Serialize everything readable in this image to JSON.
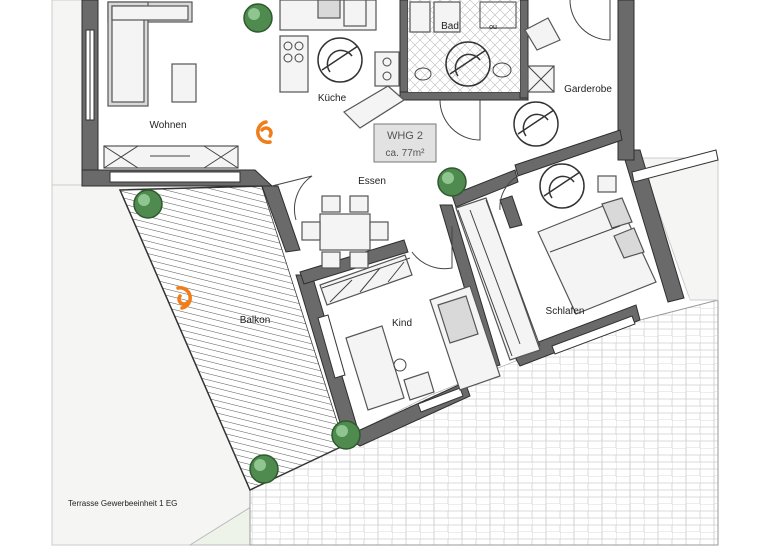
{
  "apartment": {
    "unit": "WHG 2",
    "area": "ca. 77m²"
  },
  "rooms": {
    "wohnen": "Wohnen",
    "kueche": "Küche",
    "bad": "Bad",
    "garderobe": "Garderobe",
    "essen": "Essen",
    "balkon": "Balkon",
    "kind": "Kind",
    "schlafen": "Schlafen"
  },
  "labels": {
    "bad_fixture": "ou",
    "terrace": "Terrasse Gewerbeeinheit 1 EG"
  },
  "colors": {
    "wall": "#6a6a6a",
    "accent_orange": "#f07d1a",
    "tree": "#4f8a4f",
    "paving_line": "#cfcfcf",
    "balcony_hatch": "#555555",
    "lawn": "#eef3ea"
  },
  "icons": [
    "tree-icon",
    "orientation-marker-icon",
    "ceiling-fan-icon",
    "door-swing-icon"
  ]
}
